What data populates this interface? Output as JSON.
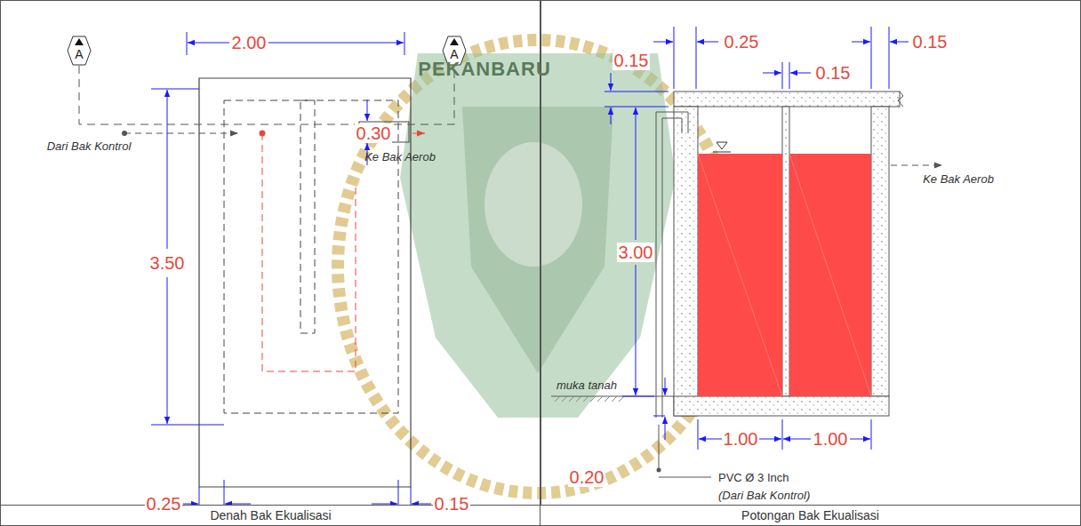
{
  "diagram": {
    "nodes": [
      {
        "text": [
          "Denah Bak Ekualisasi"
        ]
      },
      {
        "text": [
          "Potongan Bak Ekualisasi"
        ]
      },
      {
        "text": [
          "A"
        ],
        "in": 0
      },
      {
        "text": [
          "A"
        ],
        "in": 0
      }
    ],
    "edges": [
      {
        "from": 2,
        "to": 3,
        "arrow": "none"
      }
    ],
    "labels": [
      "PEKANBARU",
      "2.00",
      "0.30",
      "Dari Bak Kontrol",
      "Ke Bak Aerob",
      "3.50",
      "0.25",
      "0.15",
      "0.15",
      "0.25",
      "0.15",
      "0.15",
      "3.00",
      "Ke Bak Aerob",
      "muka tanah",
      "0.20",
      "1.00",
      "1.00",
      "PVC Ø 3 Inch",
      "(Dari Bak Kontrol)"
    ]
  }
}
